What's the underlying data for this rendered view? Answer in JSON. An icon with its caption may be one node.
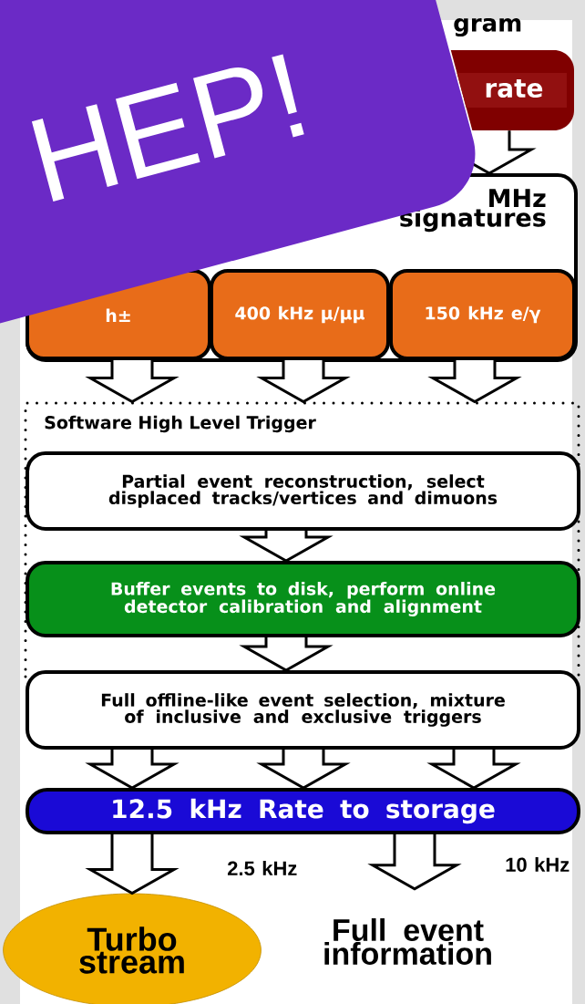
{
  "diagram": {
    "title": "gram",
    "nodes": [
      {
        "text": [
          "rate"
        ]
      },
      {
        "text": [
          "MHz signatures"
        ]
      },
      {
        "text": [
          "h±"
        ],
        "in": 1
      },
      {
        "text": [
          "400 kHz μ/μμ"
        ],
        "in": 1
      },
      {
        "text": [
          "150 kHz e/γ"
        ],
        "in": 1
      },
      {
        "text": [
          "Software High Level Trigger"
        ]
      },
      {
        "text": [
          "Partial event reconstruction, select displaced tracks/vertices and dimuons"
        ],
        "in": 5
      },
      {
        "text": [
          "Buffer events to disk, perform online detector calibration and alignment"
        ],
        "in": 5
      },
      {
        "text": [
          "Full offline-like event selection, mixture of inclusive and exclusive triggers"
        ]
      },
      {
        "text": [
          "12.5 kHz Rate to storage"
        ]
      },
      {
        "text": [
          "Turbo stream"
        ]
      },
      {
        "text": [
          "Full event information"
        ]
      }
    ],
    "edges": [
      {
        "from": 0,
        "to": 1,
        "arrow": "to"
      },
      {
        "from": 2,
        "to": 5,
        "arrow": "to"
      },
      {
        "from": 3,
        "to": 5,
        "arrow": "to"
      },
      {
        "from": 4,
        "to": 5,
        "arrow": "to"
      },
      {
        "from": 6,
        "to": 7,
        "arrow": "to"
      },
      {
        "from": 7,
        "to": 8,
        "arrow": "to"
      },
      {
        "from": 8,
        "to": 9,
        "arrow": "to"
      },
      {
        "from": 8,
        "to": 9,
        "arrow": "to"
      },
      {
        "from": 8,
        "to": 9,
        "arrow": "to"
      },
      {
        "from": 9,
        "to": 10,
        "arrow": "to",
        "label": "2.5 kHz"
      },
      {
        "from": 9,
        "to": 11,
        "arrow": "to",
        "label": "10 kHz"
      }
    ],
    "labels": [
      "HEP!"
    ]
  }
}
